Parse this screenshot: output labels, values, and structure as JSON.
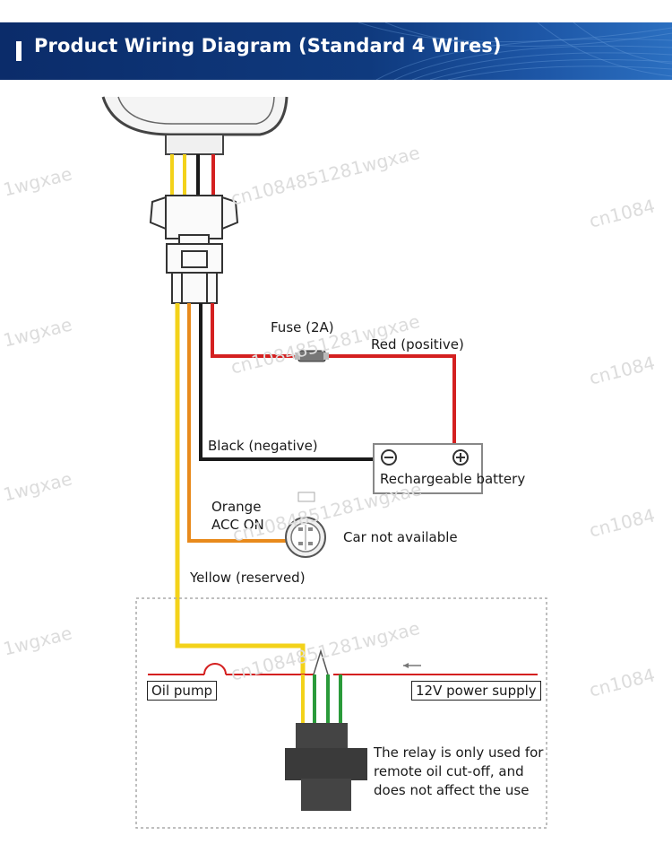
{
  "header": {
    "title": "Product Wiring Diagram (Standard 4 Wires)"
  },
  "labels": {
    "fuse": "Fuse (2A)",
    "red": "Red (positive)",
    "black": "Black (negative)",
    "battery": "Rechargeable battery",
    "orange": "Orange",
    "acc": "ACC ON",
    "car": "Car not available",
    "yellow": "Yellow (reserved)",
    "oil_pump": "Oil pump",
    "power": "12V power supply",
    "relay_note": "The relay is only used for remote oil cut-off, and does not affect the use"
  },
  "watermarks": [
    "cn1084851281wgxae",
    "cn1084",
    "1wgxae"
  ],
  "colors": {
    "header_bg": "#0f3a7e",
    "red_wire": "#d42020",
    "black_wire": "#1a1a1a",
    "orange_wire": "#e88a1c",
    "yellow_wire": "#f3d21a",
    "green_wire": "#2a9a3a"
  }
}
